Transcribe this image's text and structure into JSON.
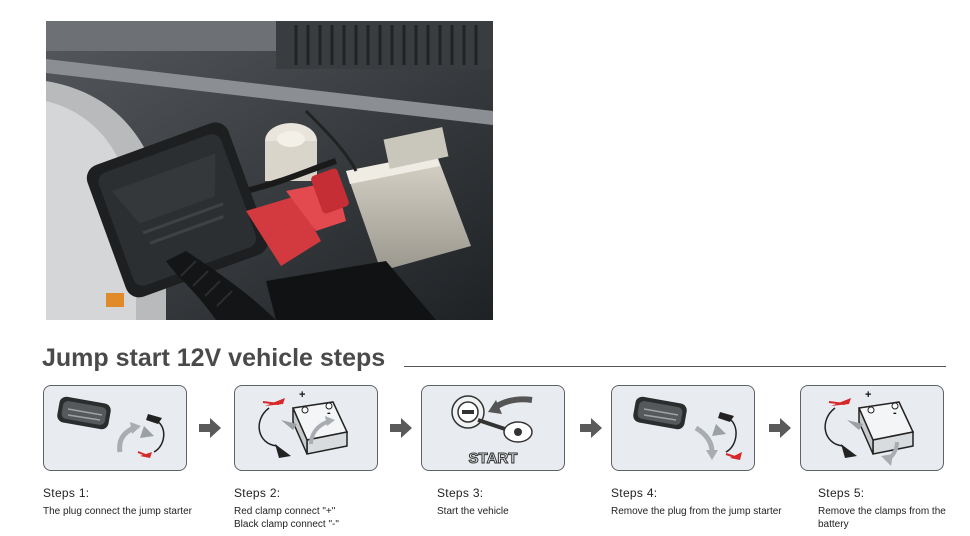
{
  "heading": "Jump start 12V vehicle steps",
  "steps": [
    {
      "title": "Steps 1:",
      "desc_line1": "The plug connect the jump starter",
      "desc_line2": ""
    },
    {
      "title": "Steps 2:",
      "desc_line1": "Red clamp connect \"+\"",
      "desc_line2": "Black clamp connect \"-\""
    },
    {
      "title": "Steps 3:",
      "desc_line1": "Start the vehicle",
      "desc_line2": ""
    },
    {
      "title": "Steps 4:",
      "desc_line1": "Remove the plug from the jump starter",
      "desc_line2": ""
    },
    {
      "title": "Steps 5:",
      "desc_line1": "Remove the clamps from the",
      "desc_line2": "battery"
    }
  ],
  "start_label": "START",
  "battery_plus": "+",
  "battery_minus": "-",
  "icons": {
    "photo": "engine-bay-jump-starter-photo",
    "starter": "jump-starter-icon",
    "clamp": "clamp-cable-icon",
    "battery": "car-battery-icon",
    "ignition": "ignition-key-icon",
    "arrow": "arrow-right-icon"
  },
  "colors": {
    "clamp_red": "#d62828",
    "box_bg": "#e8ebef",
    "heading": "#4a4a4a",
    "arrow": "#5a5a5a"
  }
}
